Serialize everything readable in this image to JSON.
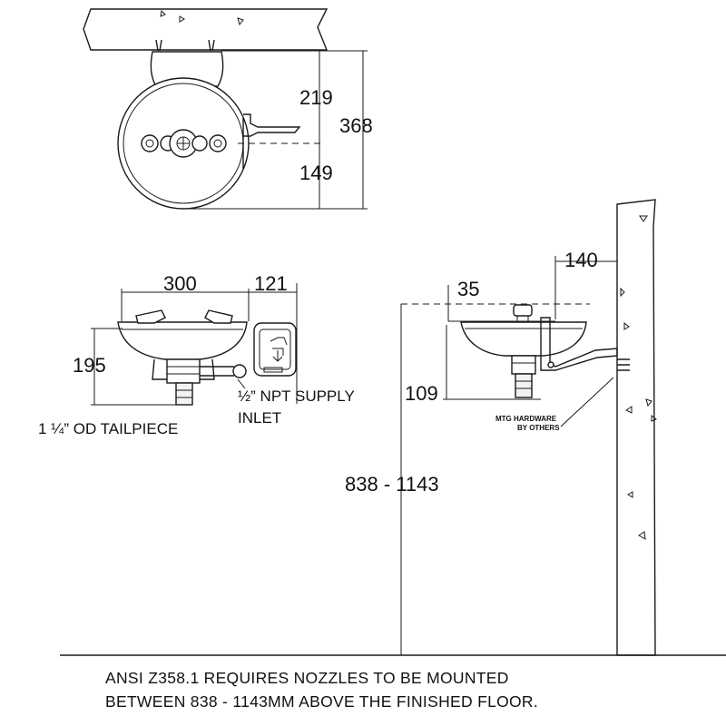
{
  "top_view": {
    "dim_top": "219",
    "dim_total": "368",
    "dim_bottom": "149"
  },
  "front_view": {
    "dim_width": "300",
    "dim_valve": "121",
    "dim_height": "195",
    "label_supply_line1": "½” NPT SUPPLY",
    "label_supply_line2": "INLET",
    "label_tailpiece": "1 ¼” OD TAILPIECE"
  },
  "side_view": {
    "dim_offset": "140",
    "dim_nozzle": "35",
    "dim_bowl": "109",
    "dim_mount_range": "838 - 1143",
    "label_hardware_line1": "MTG HARDWARE",
    "label_hardware_line2": "BY OTHERS"
  },
  "footnote": {
    "line1": "ANSI Z358.1 REQUIRES NOZZLES TO BE MOUNTED",
    "line2": "BETWEEN 838 - 1143MM ABOVE THE FINISHED FLOOR."
  }
}
